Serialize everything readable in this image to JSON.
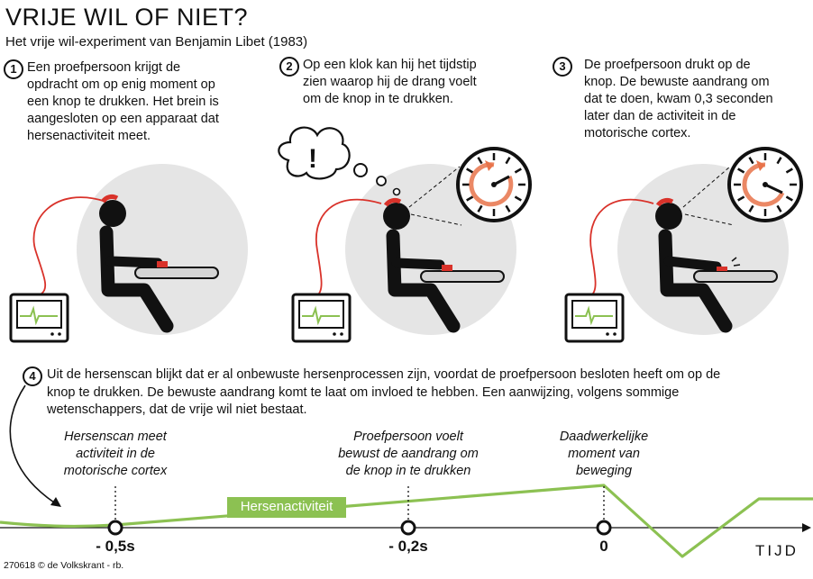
{
  "header": {
    "title": "VRIJE WIL OF NIET?",
    "subtitle": "Het vrije wil-experiment van Benjamin Libet (1983)"
  },
  "steps": [
    {
      "number": "1",
      "lines": [
        "Een proefpersoon krijgt de",
        "opdracht om op enig moment op",
        "een knop te drukken. Het brein is",
        "aangesloten op een apparaat dat",
        "hersenactiviteit meet."
      ]
    },
    {
      "number": "2",
      "lines": [
        "Op een klok kan hij het tijdstip",
        "zien waarop hij de drang voelt",
        "om de knop in te drukken."
      ]
    },
    {
      "number": "3",
      "lines": [
        "De proefpersoon drukt op de",
        "knop. De bewuste aandrang om",
        "dat te doen, kwam 0,3 seconden",
        "later dan de activiteit in de",
        "motorische cortex."
      ]
    },
    {
      "number": "4",
      "lines": [
        "Uit de hersenscan blijkt dat er al onbewuste hersenprocessen zijn, voordat de proefpersoon besloten heeft om op de",
        "knop te drukken. De bewuste aandrang komt te laat om invloed te hebben. Een aanwijzing, volgens sommige",
        "wetenschappers, dat de vrije wil niet bestaat."
      ]
    }
  ],
  "thought_bubble": "!",
  "timeline": {
    "annotations": [
      {
        "lines": [
          "Hersenscan meet",
          "activiteit in de",
          "motorische cortex"
        ]
      },
      {
        "lines": [
          "Proefpersoon voelt",
          "bewust de aandrang om",
          "de knop in te drukken"
        ]
      },
      {
        "lines": [
          "Daadwerkelijke",
          "moment van",
          "beweging"
        ]
      }
    ],
    "ticks": [
      "- 0,5s",
      "- 0,2s",
      "0"
    ],
    "axis_label": "TIJD",
    "curve_label": "Hersenactiviteit"
  },
  "credit": "270618 © de Volkskrant - rb.",
  "colors": {
    "accent_green": "#8cc152",
    "cable_red": "#d9322a",
    "button_red": "#d9322a",
    "circle_gray": "#e5e5e5",
    "clock_arc": "#e8734a"
  }
}
